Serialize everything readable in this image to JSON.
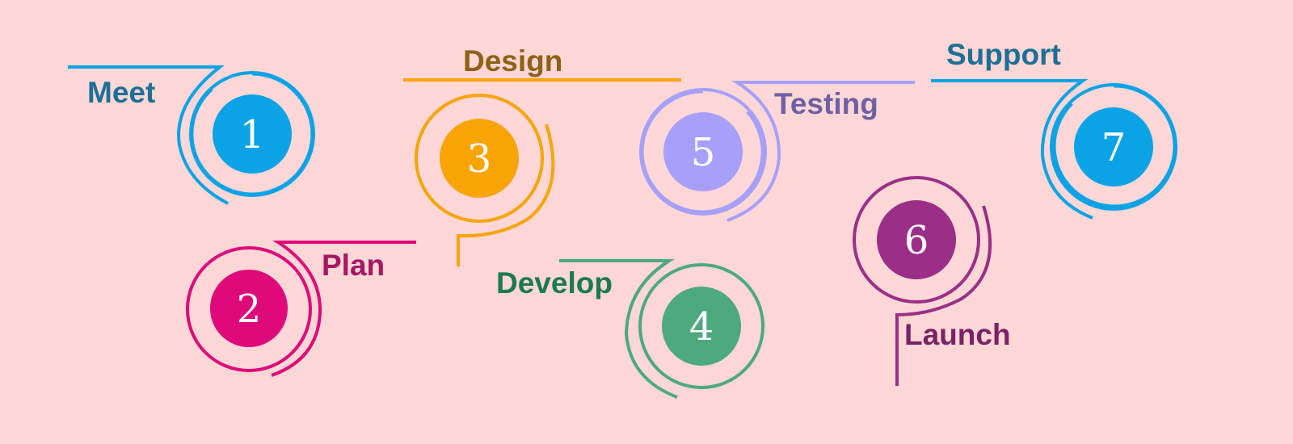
{
  "steps": [
    {
      "number": "1",
      "label": "Meet",
      "color": "#0ba3e6",
      "label_color": "#1d6f95"
    },
    {
      "number": "2",
      "label": "Plan",
      "color": "#de0a79",
      "label_color": "#a61663"
    },
    {
      "number": "3",
      "label": "Design",
      "color": "#f7a404",
      "label_color": "#8f6117"
    },
    {
      "number": "4",
      "label": "Develop",
      "color": "#4caa7e",
      "label_color": "#1b7a4e"
    },
    {
      "number": "5",
      "label": "Testing",
      "color": "#a6a0fa",
      "label_color": "#6f5fa4"
    },
    {
      "number": "6",
      "label": "Launch",
      "color": "#9b2f87",
      "label_color": "#7a2266"
    },
    {
      "number": "7",
      "label": "Support",
      "color": "#0ba3e6",
      "label_color": "#1d6f95"
    }
  ],
  "background_color": "#fed7d6"
}
